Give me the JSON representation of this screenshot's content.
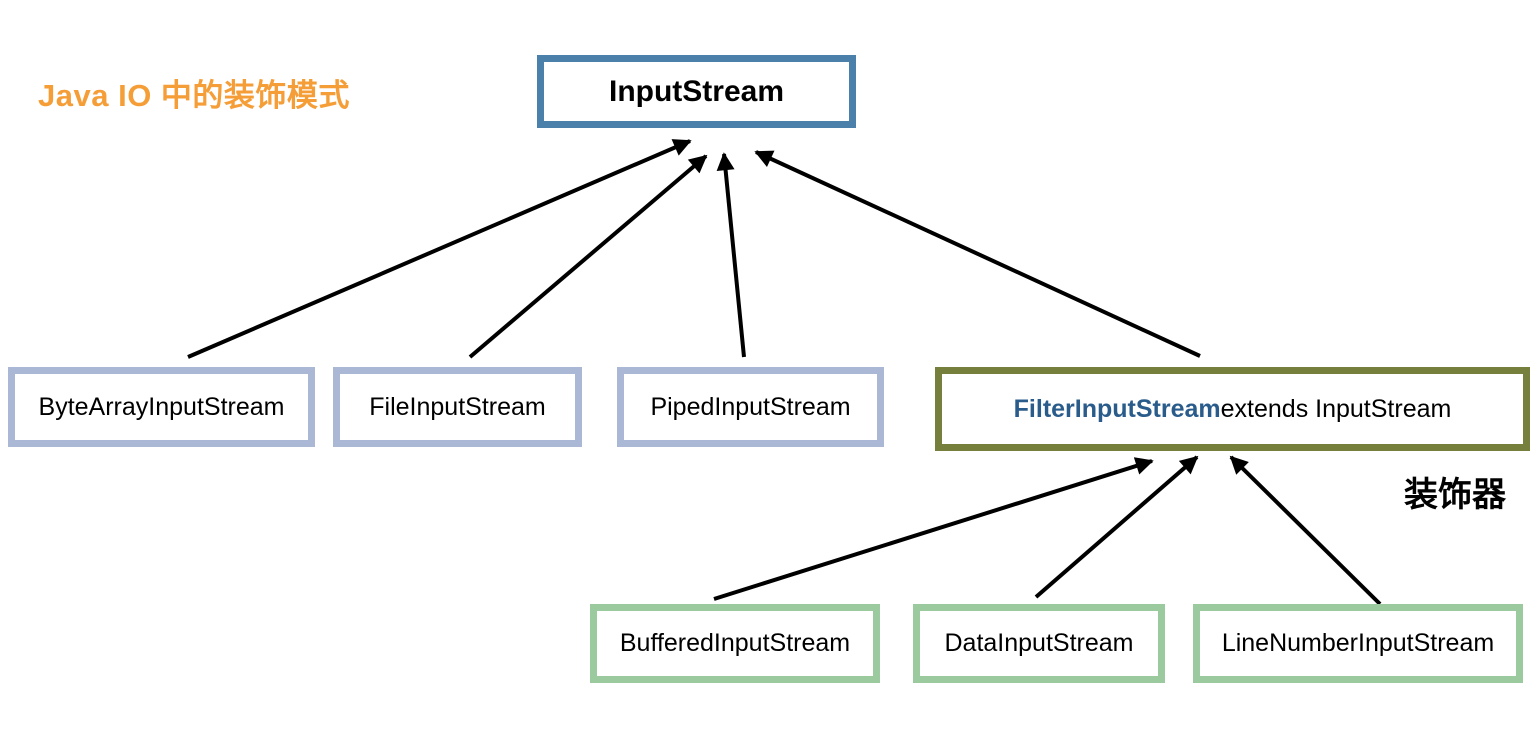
{
  "title": {
    "text": "Java IO 中的装饰模式",
    "color": "#F59E38"
  },
  "diagram": {
    "root": {
      "label": "InputStream",
      "border_color": "#4A80AA"
    },
    "subclasses": [
      {
        "label": "ByteArrayInputStream",
        "border_color": "#AAB7D5"
      },
      {
        "label": "FileInputStream",
        "border_color": "#AAB7D5"
      },
      {
        "label": "PipedInputStream",
        "border_color": "#AAB7D5"
      }
    ],
    "decorator": {
      "class_name": "FilterInputStream",
      "declaration_rest": " extends InputStream",
      "border_color": "#767F3B",
      "class_name_color": "#2A5C8B",
      "annotation": "装饰器"
    },
    "decorator_subclasses": [
      {
        "label": "BufferedInputStream",
        "border_color": "#9BCA9F"
      },
      {
        "label": "DataInputStream",
        "border_color": "#9BCA9F"
      },
      {
        "label": "LineNumberInputStream",
        "border_color": "#9BCA9F"
      }
    ],
    "arrow_color": "#000000",
    "relationships": [
      "ByteArrayInputStream → InputStream",
      "FileInputStream → InputStream",
      "PipedInputStream → InputStream",
      "FilterInputStream → InputStream",
      "BufferedInputStream → FilterInputStream",
      "DataInputStream → FilterInputStream",
      "LineNumberInputStream → FilterInputStream"
    ]
  }
}
